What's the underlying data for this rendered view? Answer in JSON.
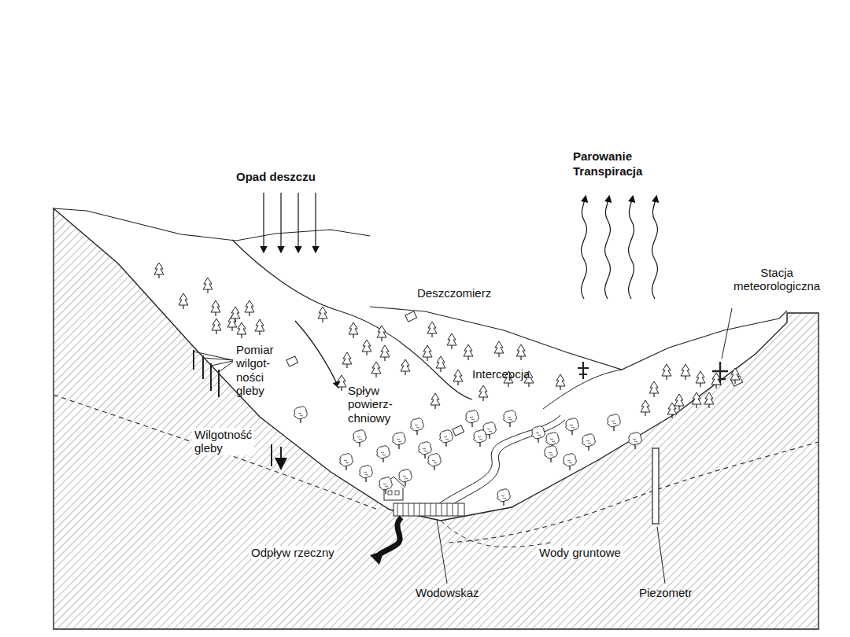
{
  "diagram": {
    "labels": [
      "Opad deszczu",
      "Parowanie",
      "Transpiracja",
      "Deszczomierz",
      "Stacja meteorologiczna",
      "Pomiar wilgot- ności gleby",
      "Intercepcja",
      "Spływ powierz- chniowy",
      "Wilgotność gleby",
      "Odpływ rzeczny",
      "Wody gruntowe",
      "Wodowskaz",
      "Piezometr"
    ]
  }
}
